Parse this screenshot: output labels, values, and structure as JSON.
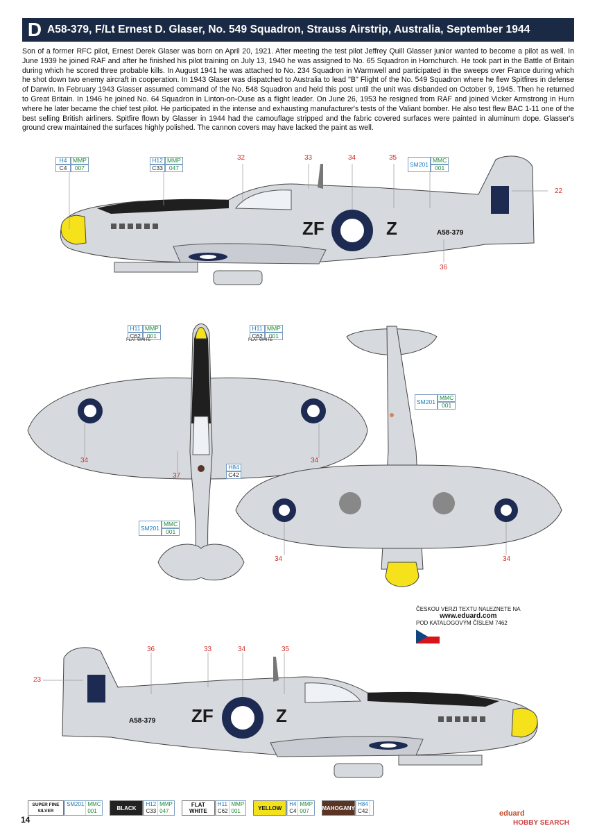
{
  "header": {
    "letter": "D",
    "title": "A58-379, F/Lt Ernest D. Glaser, No. 549 Squadron, Strauss Airstrip, Australia, September 1944"
  },
  "bio": "Son of a former RFC pilot, Ernest Derek Glaser was born on April 20, 1921. After meeting the test pilot Jeffrey Quill Glasser junior wanted to become a pilot as well. In June 1939 he joined RAF and after he finished his pilot training on July 13, 1940 he was assigned to No. 65 Squadron in Hornchurch. He took part in the Battle of Britain during which he scored three probable kills. In August 1941 he was attached to No. 234 Squadron in Warmwell and participated in the sweeps over France during which he shot down two enemy aircraft in cooperation. In 1943 Glaser was dispatched to Australia to lead \"B\" Flight of the No. 549 Squadron where he flew Spitfires in defense of Darwin. In February 1943 Glasser assumed command of the No. 548 Squadron and held this post until the unit was disbanded on October 9, 1945. Then he returned to Great Britain. In 1946 he joined No. 64 Squadron in Linton-on-Ouse as a flight leader. On June 26, 1953 he resigned from RAF and joined Vicker Armstrong in Hurn where he later became the chief test pilot. He participated in the intense and exhausting manufacturer's tests of the Valiant bomber. He also test flew BAC 1-11 one of the best selling British airliners. Spitfire flown by Glasser in 1944 had the camouflage stripped and the fabric covered surfaces were painted in aluminum dope. Glasser's ground crew maintained the surfaces highly polished. The cannon covers may have lacked the paint as well.",
  "callouts": {
    "spinner": {
      "h": "H4",
      "m": "MMP",
      "c": "C4",
      "mv": "007"
    },
    "panel": {
      "h": "H12",
      "m": "MMP",
      "c": "C33",
      "mv": "047"
    },
    "fin": {
      "h": "SM201",
      "m": "MMC",
      "mv": "001"
    },
    "top_left": {
      "h": "H11",
      "m": "MMP",
      "c": "C62",
      "mv": "001",
      "note": "FLAT WHITE"
    },
    "top_right": {
      "h": "H11",
      "m": "MMP",
      "c": "C62",
      "mv": "001",
      "note": "FLAT WHITE"
    },
    "under": {
      "h": "SM201",
      "m": "MMC",
      "mv": "001"
    },
    "mahog": {
      "h": "H84",
      "c": "C42"
    },
    "bottom_left": {
      "h": "SM201",
      "m": "MMC",
      "mv": "001"
    }
  },
  "markings": {
    "code_left": "ZF",
    "code_right": "Z",
    "serial": "A58-379"
  },
  "numbers": {
    "n32": "32",
    "n33": "33",
    "n34": "34",
    "n35": "35",
    "n22": "22",
    "n36": "36",
    "n37": "37",
    "n23": "23"
  },
  "czech": {
    "line1": "ČESKOU VERZI TEXTU NALEZNETE NA",
    "line2": "www.eduard.com",
    "line3": "POD KATALOGOVÝM ČÍSLEM 7462"
  },
  "legend": [
    {
      "name": "SUPER FINE SILVER",
      "bg": "#ffffff",
      "fg": "#111111",
      "h": "SM201",
      "m": "MMC",
      "c": "",
      "mv": "001"
    },
    {
      "name": "BLACK",
      "bg": "#222222",
      "fg": "#ffffff",
      "h": "H12",
      "m": "MMP",
      "c": "C33",
      "mv": "047"
    },
    {
      "name": "FLAT WHITE",
      "bg": "#ffffff",
      "fg": "#111111",
      "h": "H11",
      "m": "MMP",
      "c": "C62",
      "mv": "001"
    },
    {
      "name": "YELLOW",
      "bg": "#f3e21a",
      "fg": "#111111",
      "h": "H4",
      "m": "MMP",
      "c": "C4",
      "mv": "007"
    },
    {
      "name": "MAHOGANY",
      "bg": "#5a3424",
      "fg": "#ffffff",
      "h": "H84",
      "m": "",
      "c": "C42",
      "mv": ""
    }
  ],
  "page_number": "14",
  "brand": "eduard",
  "watermark": "HOBBY SEARCH",
  "colors": {
    "header_bg": "#1b2a44",
    "aircraft": "#d6d9dd",
    "roundel": "#1d2a52",
    "spinner": "#f5e21a",
    "code_red": "#d0302b"
  }
}
